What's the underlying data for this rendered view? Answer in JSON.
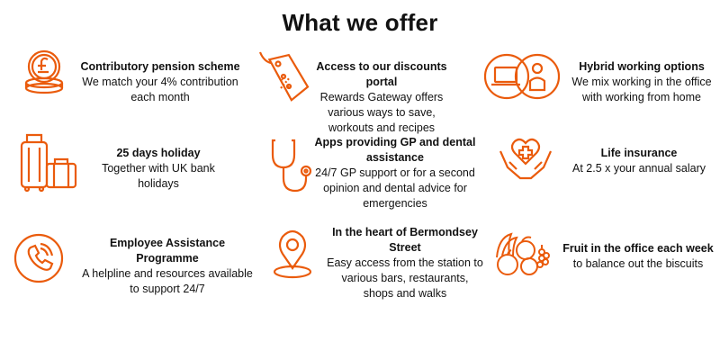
{
  "title": "What we offer",
  "accent": "#ea5b0c",
  "benefits": [
    {
      "icon": "pension-coins-icon",
      "heading": "Contributory pension scheme",
      "description": "We match your 4% contribution each month"
    },
    {
      "icon": "discount-tag-icon",
      "heading": "Access to our discounts portal",
      "description": "Rewards Gateway offers various ways to save, workouts and recipes"
    },
    {
      "icon": "hybrid-working-icon",
      "heading": "Hybrid working options",
      "description": "We mix working in the office with working from home"
    },
    {
      "icon": "luggage-icon",
      "heading": "25 days holiday",
      "description": "Together with UK bank holidays"
    },
    {
      "icon": "stethoscope-icon",
      "heading": "Apps providing GP and dental assistance",
      "description": "24/7 GP support or for a second opinion and dental advice for emergencies"
    },
    {
      "icon": "heart-hands-icon",
      "heading": "Life insurance",
      "description": "At 2.5 x your annual salary"
    },
    {
      "icon": "phone-circle-icon",
      "heading": "Employee Assistance Programme",
      "description": "A helpline and resources available to support 24/7"
    },
    {
      "icon": "location-pin-icon",
      "heading": "In  the heart of Bermondsey Street",
      "description": "Easy access from the station to various bars, restaurants, shops and walks"
    },
    {
      "icon": "fruit-basket-icon",
      "heading": "Fruit in the office each week",
      "description": "to balance out the biscuits"
    }
  ]
}
